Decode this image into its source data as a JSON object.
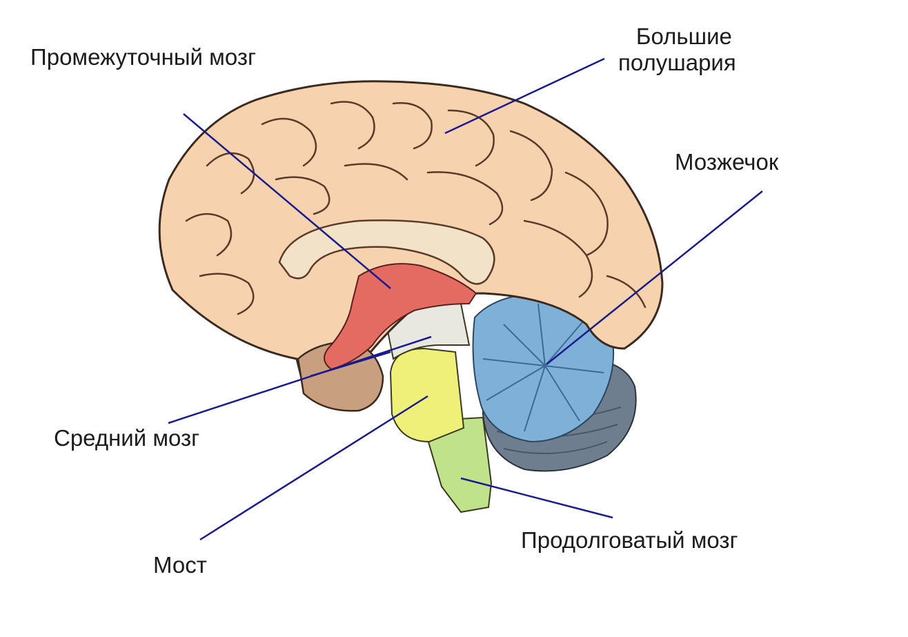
{
  "colors": {
    "leader_line": "#1a1a8c",
    "cerebrum": "#f6d2ae",
    "cerebrum_outline": "#3a2a20",
    "diencephalon": "#e36b62",
    "midbrain": "#e8e8e0",
    "pons": "#eef07a",
    "medulla": "#bfe28b",
    "cerebellum_blue": "#7fb1d8",
    "cerebellum_grey": "#6f7e8f"
  },
  "labels": {
    "diencephalon": "Промежуточный мозг",
    "hemispheres_line1": "Большие",
    "hemispheres_line2": "полушария",
    "cerebellum": "Мозжечок",
    "midbrain": "Средний мозг",
    "pons": "Мост",
    "medulla": "Продолговатый мозг"
  }
}
